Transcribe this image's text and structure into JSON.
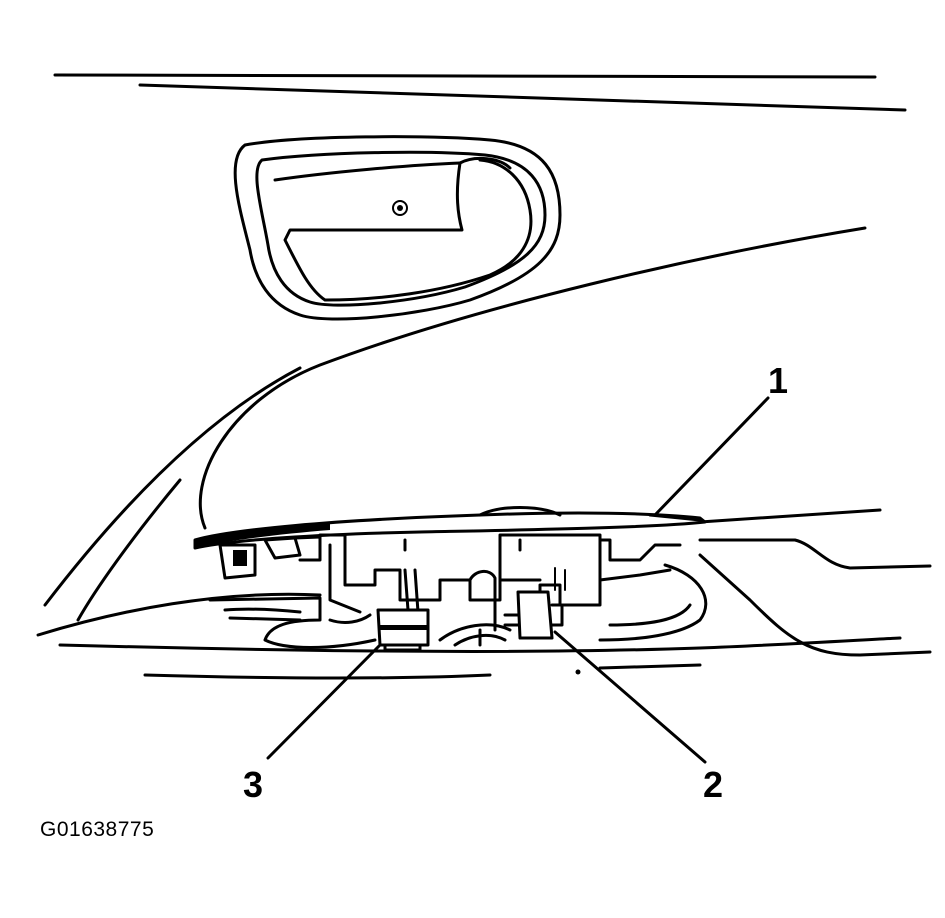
{
  "callouts": [
    {
      "id": "1",
      "label": "1"
    },
    {
      "id": "2",
      "label": "2"
    },
    {
      "id": "3",
      "label": "3"
    }
  ],
  "figure_id": "G01638775"
}
